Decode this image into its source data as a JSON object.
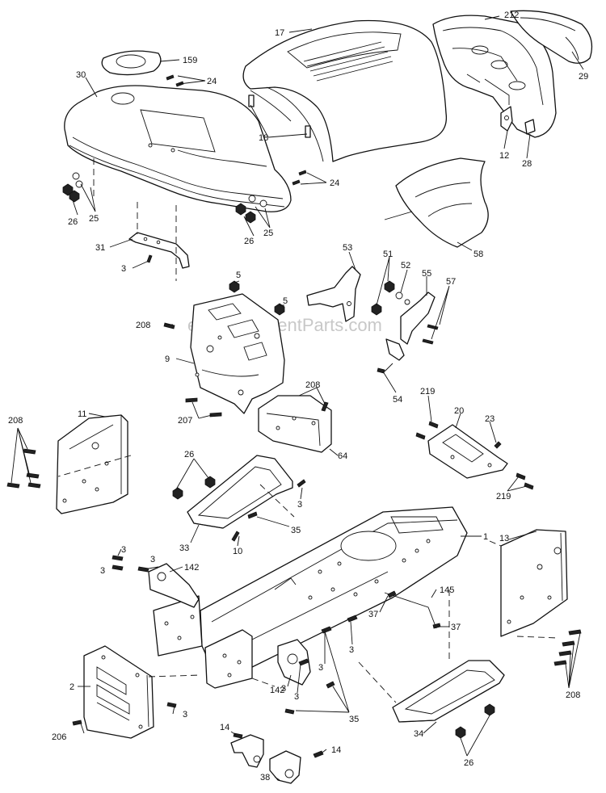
{
  "watermark": "eReplacementParts.com",
  "labels": [
    {
      "id": "17",
      "text": "17"
    },
    {
      "id": "212",
      "text": "212"
    },
    {
      "id": "159",
      "text": "159"
    },
    {
      "id": "30",
      "text": "30"
    },
    {
      "id": "24a",
      "text": "24"
    },
    {
      "id": "29",
      "text": "29"
    },
    {
      "id": "18",
      "text": "18"
    },
    {
      "id": "12",
      "text": "12"
    },
    {
      "id": "28",
      "text": "28"
    },
    {
      "id": "24b",
      "text": "24"
    },
    {
      "id": "26a",
      "text": "26"
    },
    {
      "id": "25a",
      "text": "25"
    },
    {
      "id": "26b",
      "text": "26"
    },
    {
      "id": "25b",
      "text": "25"
    },
    {
      "id": "31",
      "text": "31"
    },
    {
      "id": "3a",
      "text": "3"
    },
    {
      "id": "58",
      "text": "58"
    },
    {
      "id": "53",
      "text": "53"
    },
    {
      "id": "51",
      "text": "51"
    },
    {
      "id": "52",
      "text": "52"
    },
    {
      "id": "55",
      "text": "55"
    },
    {
      "id": "57",
      "text": "57"
    },
    {
      "id": "5a",
      "text": "5"
    },
    {
      "id": "5b",
      "text": "5"
    },
    {
      "id": "208a",
      "text": "208"
    },
    {
      "id": "9",
      "text": "9"
    },
    {
      "id": "54",
      "text": "54"
    },
    {
      "id": "208b",
      "text": "208"
    },
    {
      "id": "207",
      "text": "207"
    },
    {
      "id": "219a",
      "text": "219"
    },
    {
      "id": "20",
      "text": "20"
    },
    {
      "id": "23",
      "text": "23"
    },
    {
      "id": "208c",
      "text": "208"
    },
    {
      "id": "11",
      "text": "11"
    },
    {
      "id": "64",
      "text": "64"
    },
    {
      "id": "26c",
      "text": "26"
    },
    {
      "id": "219b",
      "text": "219"
    },
    {
      "id": "3b",
      "text": "3"
    },
    {
      "id": "1",
      "text": "1"
    },
    {
      "id": "13",
      "text": "13"
    },
    {
      "id": "35a",
      "text": "35"
    },
    {
      "id": "33",
      "text": "33"
    },
    {
      "id": "10",
      "text": "10"
    },
    {
      "id": "3c",
      "text": "3"
    },
    {
      "id": "3d",
      "text": "3"
    },
    {
      "id": "3e",
      "text": "3"
    },
    {
      "id": "142a",
      "text": "142"
    },
    {
      "id": "145",
      "text": "145"
    },
    {
      "id": "37a",
      "text": "37"
    },
    {
      "id": "37b",
      "text": "37"
    },
    {
      "id": "3f",
      "text": "3"
    },
    {
      "id": "3g",
      "text": "3"
    },
    {
      "id": "2",
      "text": "2"
    },
    {
      "id": "142b",
      "text": "142"
    },
    {
      "id": "3h",
      "text": "3"
    },
    {
      "id": "3i",
      "text": "3"
    },
    {
      "id": "208d",
      "text": "208"
    },
    {
      "id": "206",
      "text": "206"
    },
    {
      "id": "3j",
      "text": "3"
    },
    {
      "id": "35b",
      "text": "35"
    },
    {
      "id": "14a",
      "text": "14"
    },
    {
      "id": "34",
      "text": "34"
    },
    {
      "id": "14b",
      "text": "14"
    },
    {
      "id": "26d",
      "text": "26"
    },
    {
      "id": "38",
      "text": "38"
    }
  ]
}
